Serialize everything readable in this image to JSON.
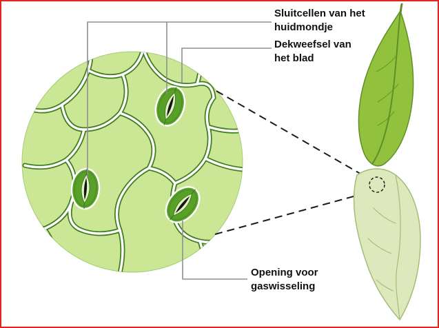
{
  "labels": {
    "sluitcellen": "Sluitcellen van het\nhuidmondje",
    "dekweefsel": "Dekweefsel van\nhet blad",
    "opening": "Opening voor\ngaswisseling"
  },
  "colors": {
    "border-red": "#e1251b",
    "circle-fill": "#cbe795",
    "wall-dark": "#3f7d1f",
    "stoma-fill": "#58a028",
    "stoma-inner": "#e2f2c4",
    "slit": "#141414",
    "pointer-gray": "#8f8f8f",
    "dash-black": "#1c1c1c",
    "leaf-green": "#92c13e",
    "leaf-vein": "#5f8f28",
    "pale-leaf": "#dde9bd",
    "pale-vein": "#a3bd77",
    "label-color": "#111111",
    "background": "#ffffff"
  }
}
